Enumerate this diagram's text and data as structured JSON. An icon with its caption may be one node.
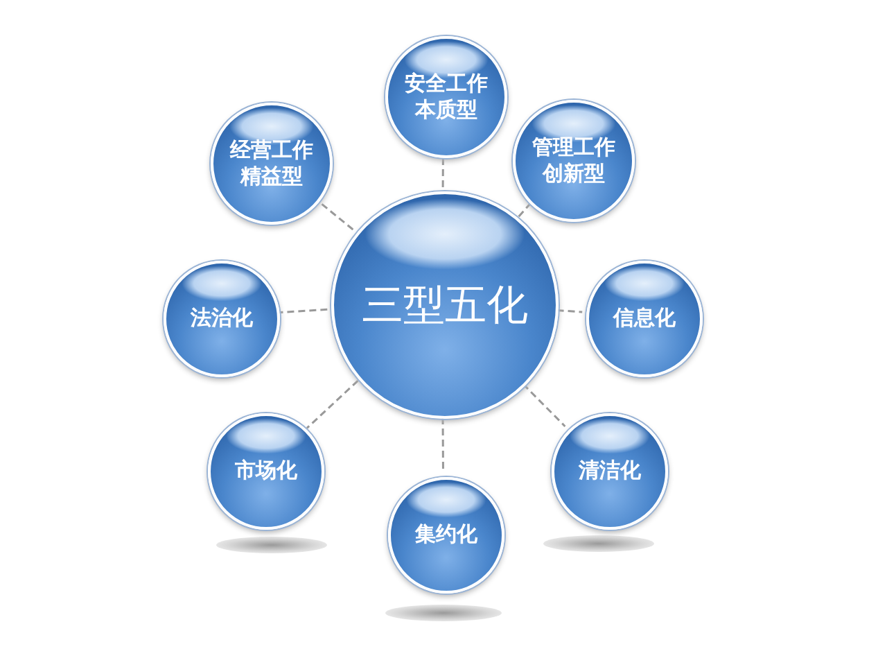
{
  "diagram": {
    "nodes": [
      {
        "text": [
          "三型五化"
        ]
      },
      {
        "text": [
          "安全工作本质型"
        ]
      },
      {
        "text": [
          "管理工作创新型"
        ]
      },
      {
        "text": [
          "信息化"
        ]
      },
      {
        "text": [
          "清洁化"
        ]
      },
      {
        "text": [
          "集约化"
        ]
      },
      {
        "text": [
          "市场化"
        ]
      },
      {
        "text": [
          "法治化"
        ]
      },
      {
        "text": [
          "经营工作精益型"
        ]
      }
    ],
    "edges": [
      {
        "from": 0,
        "to": 1,
        "arrow": "none",
        "style": "dashed"
      },
      {
        "from": 0,
        "to": 2,
        "arrow": "none",
        "style": "dashed"
      },
      {
        "from": 0,
        "to": 3,
        "arrow": "none",
        "style": "dashed"
      },
      {
        "from": 0,
        "to": 4,
        "arrow": "none",
        "style": "dashed"
      },
      {
        "from": 0,
        "to": 5,
        "arrow": "none",
        "style": "dashed"
      },
      {
        "from": 0,
        "to": 6,
        "arrow": "none",
        "style": "dashed"
      },
      {
        "from": 0,
        "to": 7,
        "arrow": "none",
        "style": "dashed"
      },
      {
        "from": 0,
        "to": 8,
        "arrow": "none",
        "style": "dashed"
      }
    ]
  }
}
